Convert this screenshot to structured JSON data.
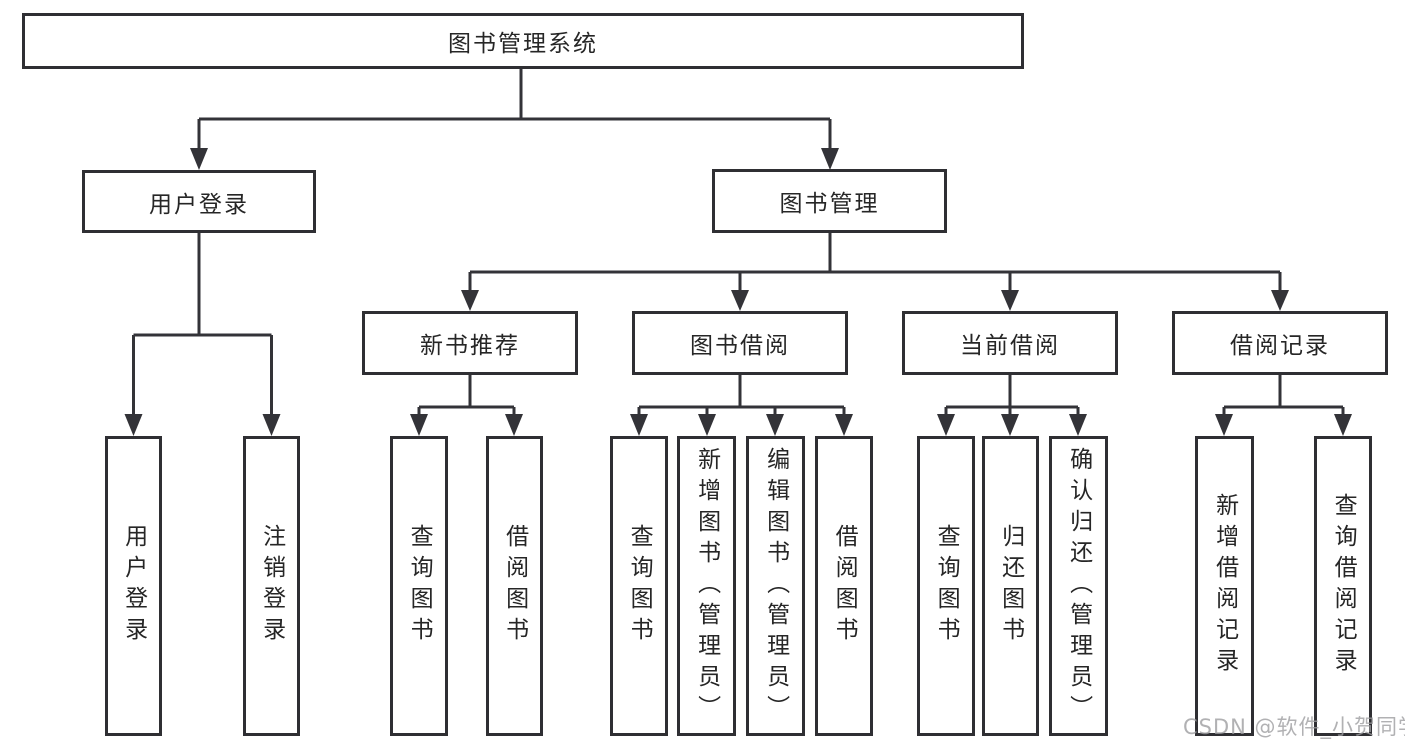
{
  "diagram": {
    "root": {
      "label": "图书管理系统"
    },
    "branches": [
      {
        "label": "用户登录",
        "children": [
          {
            "label": "用户登录"
          },
          {
            "label": "注销登录"
          }
        ]
      },
      {
        "label": "图书管理",
        "children": [
          {
            "label": "新书推荐",
            "children": [
              {
                "label": "查询图书"
              },
              {
                "label": "借阅图书"
              }
            ]
          },
          {
            "label": "图书借阅",
            "children": [
              {
                "label": "查询图书"
              },
              {
                "label": "新增图书（管理员）"
              },
              {
                "label": "编辑图书（管理员）"
              },
              {
                "label": "借阅图书"
              }
            ]
          },
          {
            "label": "当前借阅",
            "children": [
              {
                "label": "查询图书"
              },
              {
                "label": "归还图书"
              },
              {
                "label": "确认归还（管理员）"
              }
            ]
          },
          {
            "label": "借阅记录",
            "children": [
              {
                "label": "新增借阅记录"
              },
              {
                "label": "查询借阅记录"
              }
            ]
          }
        ]
      }
    ]
  },
  "watermark": {
    "text": "CSDN @软件_小贺同学"
  },
  "colors": {
    "line": "#333338",
    "box_border": "#2f2f33",
    "text": "#262626",
    "watermark": "#9e9ea0"
  }
}
